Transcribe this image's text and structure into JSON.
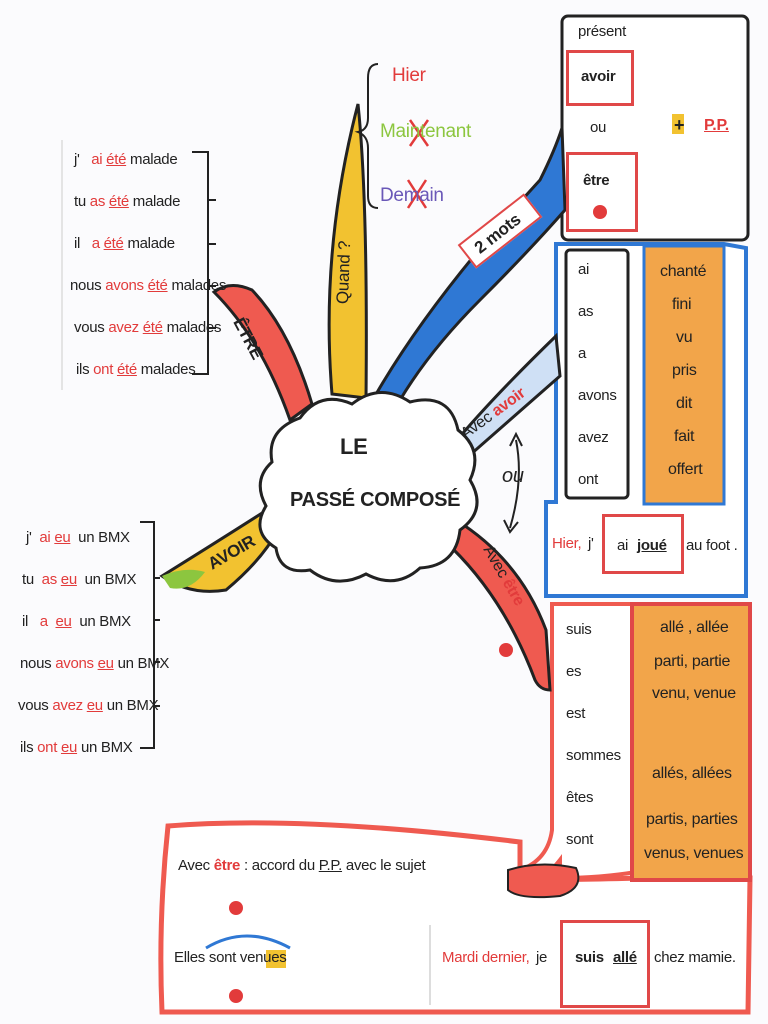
{
  "title": {
    "line1": "LE",
    "line2": "PASSÉ COMPOSÉ"
  },
  "branches": {
    "etre": "ÊTRE",
    "quand": "Quand ?",
    "deux_mots": "2 mots",
    "avec_avoir": {
      "prefix": "Avec",
      "word": "avoir"
    },
    "ou": "ou",
    "avec_etre": {
      "prefix": "Avec",
      "word": "être"
    },
    "avoir": "AVOIR"
  },
  "quand_list": {
    "hier": "Hier",
    "maintenant": "Maintenant",
    "demain": "Demain"
  },
  "formula": {
    "present": "présent",
    "avoir": "avoir",
    "ou": "ou",
    "etre": "être",
    "plus": "+",
    "pp": "P.P."
  },
  "etre_conj": [
    {
      "subject": "j'",
      "aux": "ai",
      "pp": "été",
      "rest": "malade"
    },
    {
      "subject": "tu",
      "aux": "as",
      "pp": "été",
      "rest": "malade"
    },
    {
      "subject": "il",
      "aux": "a",
      "pp": "été",
      "rest": "malade"
    },
    {
      "subject": "nous",
      "aux": "avons",
      "pp": "été",
      "rest": "malades"
    },
    {
      "subject": "vous",
      "aux": "avez",
      "pp": "été",
      "rest": "malades"
    },
    {
      "subject": "ils",
      "aux": "ont",
      "pp": "été",
      "rest": "malades"
    }
  ],
  "avoir_conj": [
    {
      "subject": "j'",
      "aux": "ai",
      "pp": "eu",
      "rest": "un BMX"
    },
    {
      "subject": "tu",
      "aux": "as",
      "pp": "eu",
      "rest": "un BMX"
    },
    {
      "subject": "il",
      "aux": "a",
      "pp": "eu",
      "rest": "un BMX"
    },
    {
      "subject": "nous",
      "aux": "avons",
      "pp": "eu",
      "rest": "un BMX"
    },
    {
      "subject": "vous",
      "aux": "avez",
      "pp": "eu",
      "rest": "un BMX"
    },
    {
      "subject": "ils",
      "aux": "ont",
      "pp": "eu",
      "rest": "un BMX"
    }
  ],
  "avoir_aux": [
    "ai",
    "as",
    "a",
    "avons",
    "avez",
    "ont"
  ],
  "avoir_pp": [
    "chanté",
    "fini",
    "vu",
    "pris",
    "dit",
    "fait",
    "offert"
  ],
  "avoir_example": {
    "hier": "Hier,",
    "je": "j'",
    "aux": "ai",
    "pp": "joué",
    "rest": "au foot ."
  },
  "etre_aux": [
    "suis",
    "es",
    "est",
    "sommes",
    "êtes",
    "sont"
  ],
  "etre_pp": [
    "allé , allée",
    "parti, partie",
    "venu, venue",
    "allés, allées",
    "partis, parties",
    "venus, venues"
  ],
  "rule": {
    "prefix": "Avec",
    "etre": "être",
    "middle": " : accord du ",
    "pp": "P.P.",
    "suffix": " avec le sujet"
  },
  "elles": {
    "a": "Elles",
    "b": " sont venu",
    "c": "es"
  },
  "mardi": {
    "lead": "Mardi dernier,",
    "je": "je",
    "aux": "suis",
    "pp": "allé",
    "rest": "chez mamie."
  },
  "colors": {
    "red": "#e23b3b",
    "yellow": "#f2c230",
    "blue": "#2f78d4",
    "orange": "#f2a54a",
    "green": "#8cc63f",
    "purple": "#6a58b8"
  }
}
